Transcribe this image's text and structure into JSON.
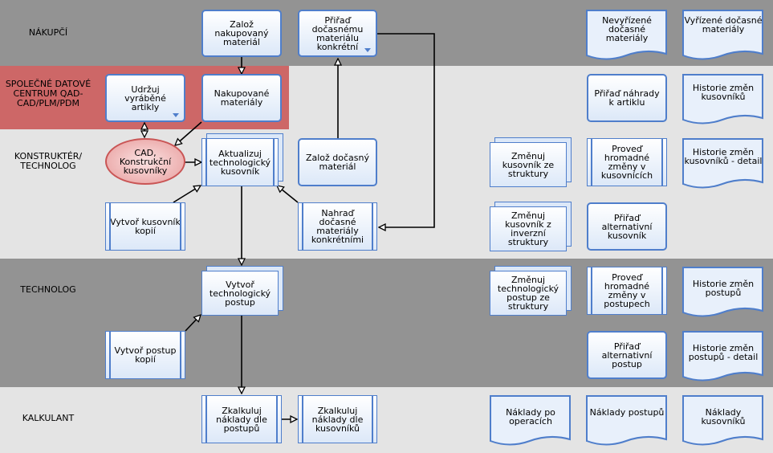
{
  "lanes": {
    "nakupci": "NÁKUPČÍ",
    "spolecne": "SPOLEČNÉ DATOVÉ CENTRUM QAD-CAD/PLM/PDM",
    "konstrukter": "KONSTRUKTÉR/ TECHNOLOG",
    "technolog": "TECHNOLOG",
    "kalkulant": "KALKULANT"
  },
  "nodes": {
    "zaloz_nakup": "Založ nakupovaný materiál",
    "priraď_docasnemu": "Přiřaď dočasnému materiálu konkrétní",
    "nevyrizene": "Nevyřízené dočasné materiály",
    "vyrizene": "Vyřízené dočasné materiály",
    "udrzuj": "Udržuj vyráběné artikly",
    "nakupovane": "Nakupované materiály",
    "prirad_nahrady": "Přiřaď náhrady k artiklu",
    "historie_kusovniku": "Historie změn kusovníků",
    "cad": "CAD, Konstrukční kusovníky",
    "aktualizuj": "Aktualizuj technologický kusovník",
    "zaloz_docasny": "Založ dočasný materiál",
    "zmenuj_struktura": "Změnuj kusovník ze struktury",
    "proved_kusovniky": "Proveď hromadné změny v kusovnících",
    "historie_kusovniku_detail": "Historie změn kusovníků - detail",
    "vytvor_kopii": "Vytvoř kusovník kopií",
    "nahrad_docasne": "Nahraď dočasné materiály konkrétními",
    "zmenuj_inverzni": "Změnuj kusovník z inverzní struktury",
    "prirad_alt_kusovnik": "Přiřaď alternativní kusovník",
    "vytvor_postup": "Vytvoř technologický postup",
    "zmenuj_postup": "Změnuj technologický postup ze struktury",
    "proved_postupy": "Proveď hromadné změny v postupech",
    "historie_postupu": "Historie změn postupů",
    "vytvor_postup_kopii": "Vytvoř postup kopií",
    "prirad_alt_postup": "Přiřaď alternativní postup",
    "historie_postupu_detail": "Historie změn postupů - detail",
    "zkalkuluj_postupu": "Zkalkuluj náklady dle postupů",
    "zkalkuluj_kusovniku": "Zkalkuluj náklady dle kusovníků",
    "naklady_operaci": "Náklady po operacích",
    "naklady_postupu": "Náklady postupů",
    "naklady_kusovniku": "Náklady kusovníků"
  },
  "colors": {
    "dark_lane": "#939393",
    "light_lane": "#e4e4e4",
    "red_lane": "#cd6767",
    "box_border": "#4f7ecb",
    "box_fill": "#dce8f8"
  }
}
